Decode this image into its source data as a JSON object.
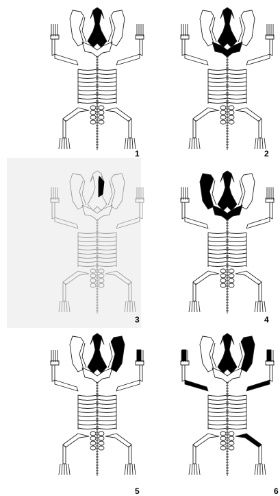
{
  "panels": [
    {
      "label": "1",
      "highlight": [
        "skull"
      ],
      "shaded": false,
      "faded": false
    },
    {
      "label": "2",
      "highlight": [
        "skull",
        "pectoral"
      ],
      "shaded": false,
      "faded": false
    },
    {
      "label": "3",
      "highlight": [
        "skull-partial"
      ],
      "shaded": true,
      "faded": true
    },
    {
      "label": "4",
      "highlight": [
        "skull",
        "pectoral",
        "scapula-left"
      ],
      "shaded": false,
      "faded": false
    },
    {
      "label": "5",
      "highlight": [
        "skull",
        "scapula-right",
        "hand-right"
      ],
      "shaded": false,
      "faded": false
    },
    {
      "label": "6",
      "highlight": [
        "skull",
        "scapula-right",
        "humerus-left",
        "humerus-right",
        "hand-left",
        "hand-right",
        "femur-right"
      ],
      "shaded": false,
      "faded": false
    }
  ],
  "colors": {
    "outline": "#222222",
    "fill": "#000000",
    "faded_outline": "#9a9a9a"
  }
}
